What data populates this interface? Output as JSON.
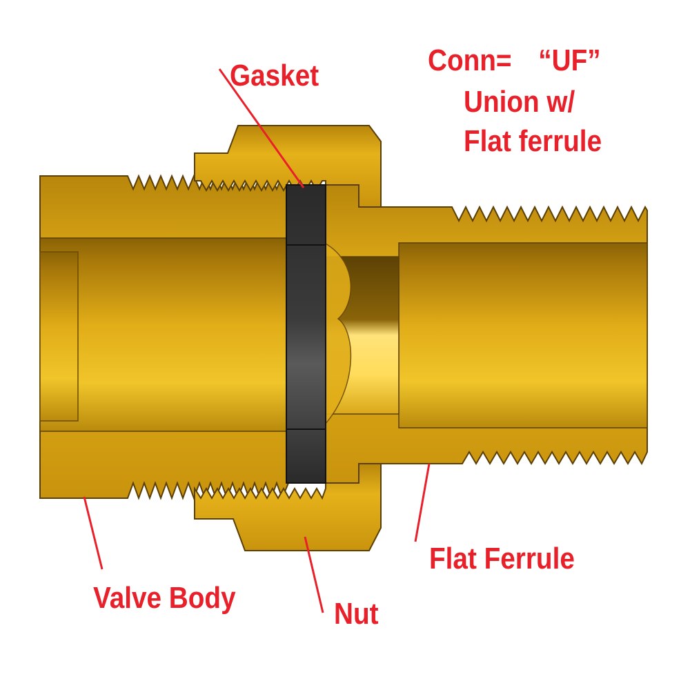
{
  "colors": {
    "label": "#e8202a",
    "brass_light": "#ffe37a",
    "brass_mid": "#d8a516",
    "brass_dark": "#6e4e0a",
    "gasket": "#2b2b2b"
  },
  "labels": {
    "gasket": "Gasket",
    "conn_line1": "Conn=　“UF”",
    "conn_line2": "Union w/",
    "conn_line3": "Flat ferrule",
    "valve_body": "Valve Body",
    "nut": "Nut",
    "flat_ferrule": "Flat Ferrule"
  }
}
